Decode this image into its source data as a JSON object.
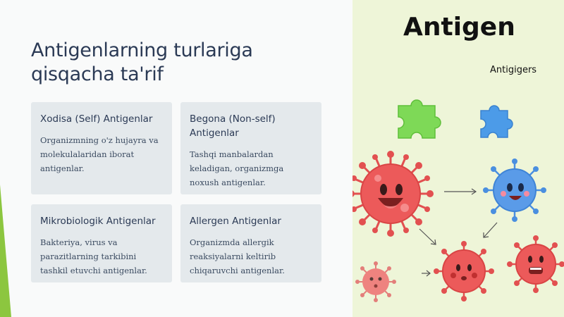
{
  "slide": {
    "title": "Antigenlarning turlariga qisqacha ta'rif",
    "cards": [
      {
        "title": "Xodisa (Self) Antigenlar",
        "body": "Organizmning o'z hujayra va molekulalaridan iborat antigenlar."
      },
      {
        "title": "Begona (Non-self) Antigenlar",
        "body": "Tashqi manbalardan keladigan, organizmga noxush antigenlar."
      },
      {
        "title": "Mikrobiologik Antigenlar",
        "body": "Bakteriya, virus va parazitlarning tarkibini tashkil etuvchi antigenlar."
      },
      {
        "title": "Allergen Antigenlar",
        "body": "Organizmda allergik reaksiyalarni keltirib chiqaruvchi antigenlar."
      }
    ]
  },
  "illustration": {
    "title": "Antigen",
    "label": "Antigigers"
  },
  "colors": {
    "title_text": "#2b3a55",
    "card_bg": "#e4e9ec",
    "accent_green": "#8cc63f",
    "illustration_bg": "#eef5d8",
    "virus_red": "#ec5a5a",
    "virus_blue": "#5a9be8",
    "puzzle_green": "#7ed957",
    "puzzle_blue": "#4c9be8"
  },
  "icons": [
    "puzzle-piece-icon",
    "virus-icon",
    "arrow-icon"
  ]
}
